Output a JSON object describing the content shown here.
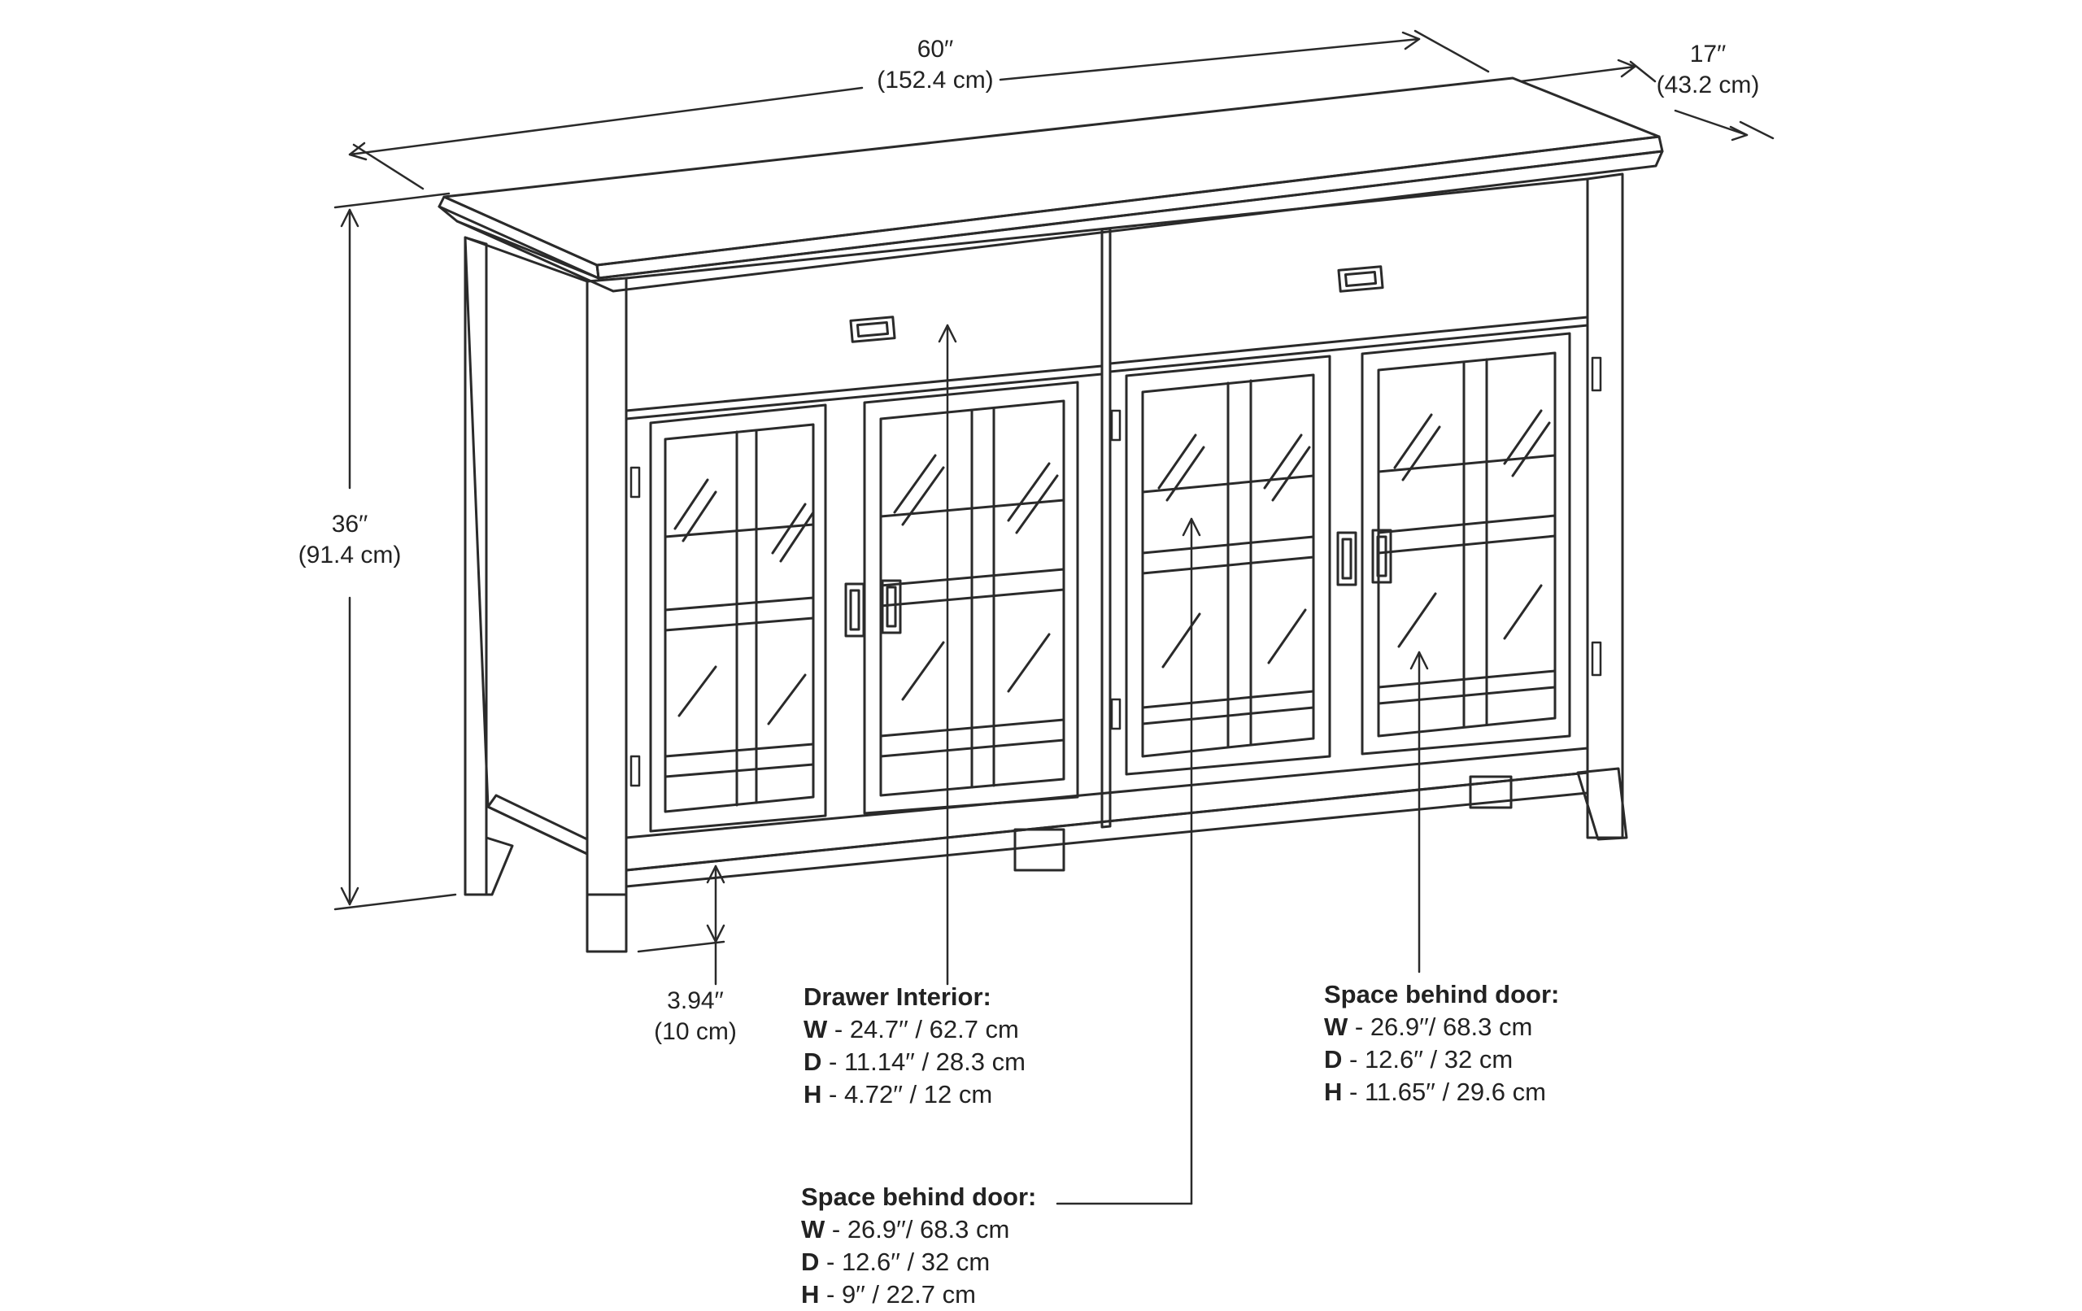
{
  "dimensions": {
    "width": {
      "inches": "60′′",
      "cm": "(152.4 cm)"
    },
    "depth": {
      "inches": "17′′",
      "cm": "(43.2 cm)"
    },
    "height": {
      "inches": "36′′",
      "cm": "(91.4 cm)"
    },
    "clearance": {
      "inches": "3.94′′",
      "cm": "(10 cm)"
    }
  },
  "drawer_interior": {
    "title": "Drawer Interior:",
    "lines": [
      {
        "key": "W",
        "value": " - 24.7′′ /  62.7 cm"
      },
      {
        "key": "D",
        "value": " - 11.14′′ / 28.3 cm"
      },
      {
        "key": "H",
        "value": " - 4.72′′ / 12 cm"
      }
    ]
  },
  "space_right": {
    "title": "Space behind door:",
    "lines": [
      {
        "key": "W",
        "value": " - 26.9′′/ 68.3 cm"
      },
      {
        "key": "D",
        "value": " - 12.6′′ / 32 cm"
      },
      {
        "key": "H",
        "value": " - 11.65′′ /  29.6 cm"
      }
    ]
  },
  "space_bottom": {
    "title": "Space behind door:",
    "lines": [
      {
        "key": "W",
        "value": " - 26.9′′/ 68.3 cm"
      },
      {
        "key": "D",
        "value": " - 12.6′′ / 32 cm"
      },
      {
        "key": "H",
        "value": " - 9′′ /  22.7 cm"
      }
    ]
  }
}
